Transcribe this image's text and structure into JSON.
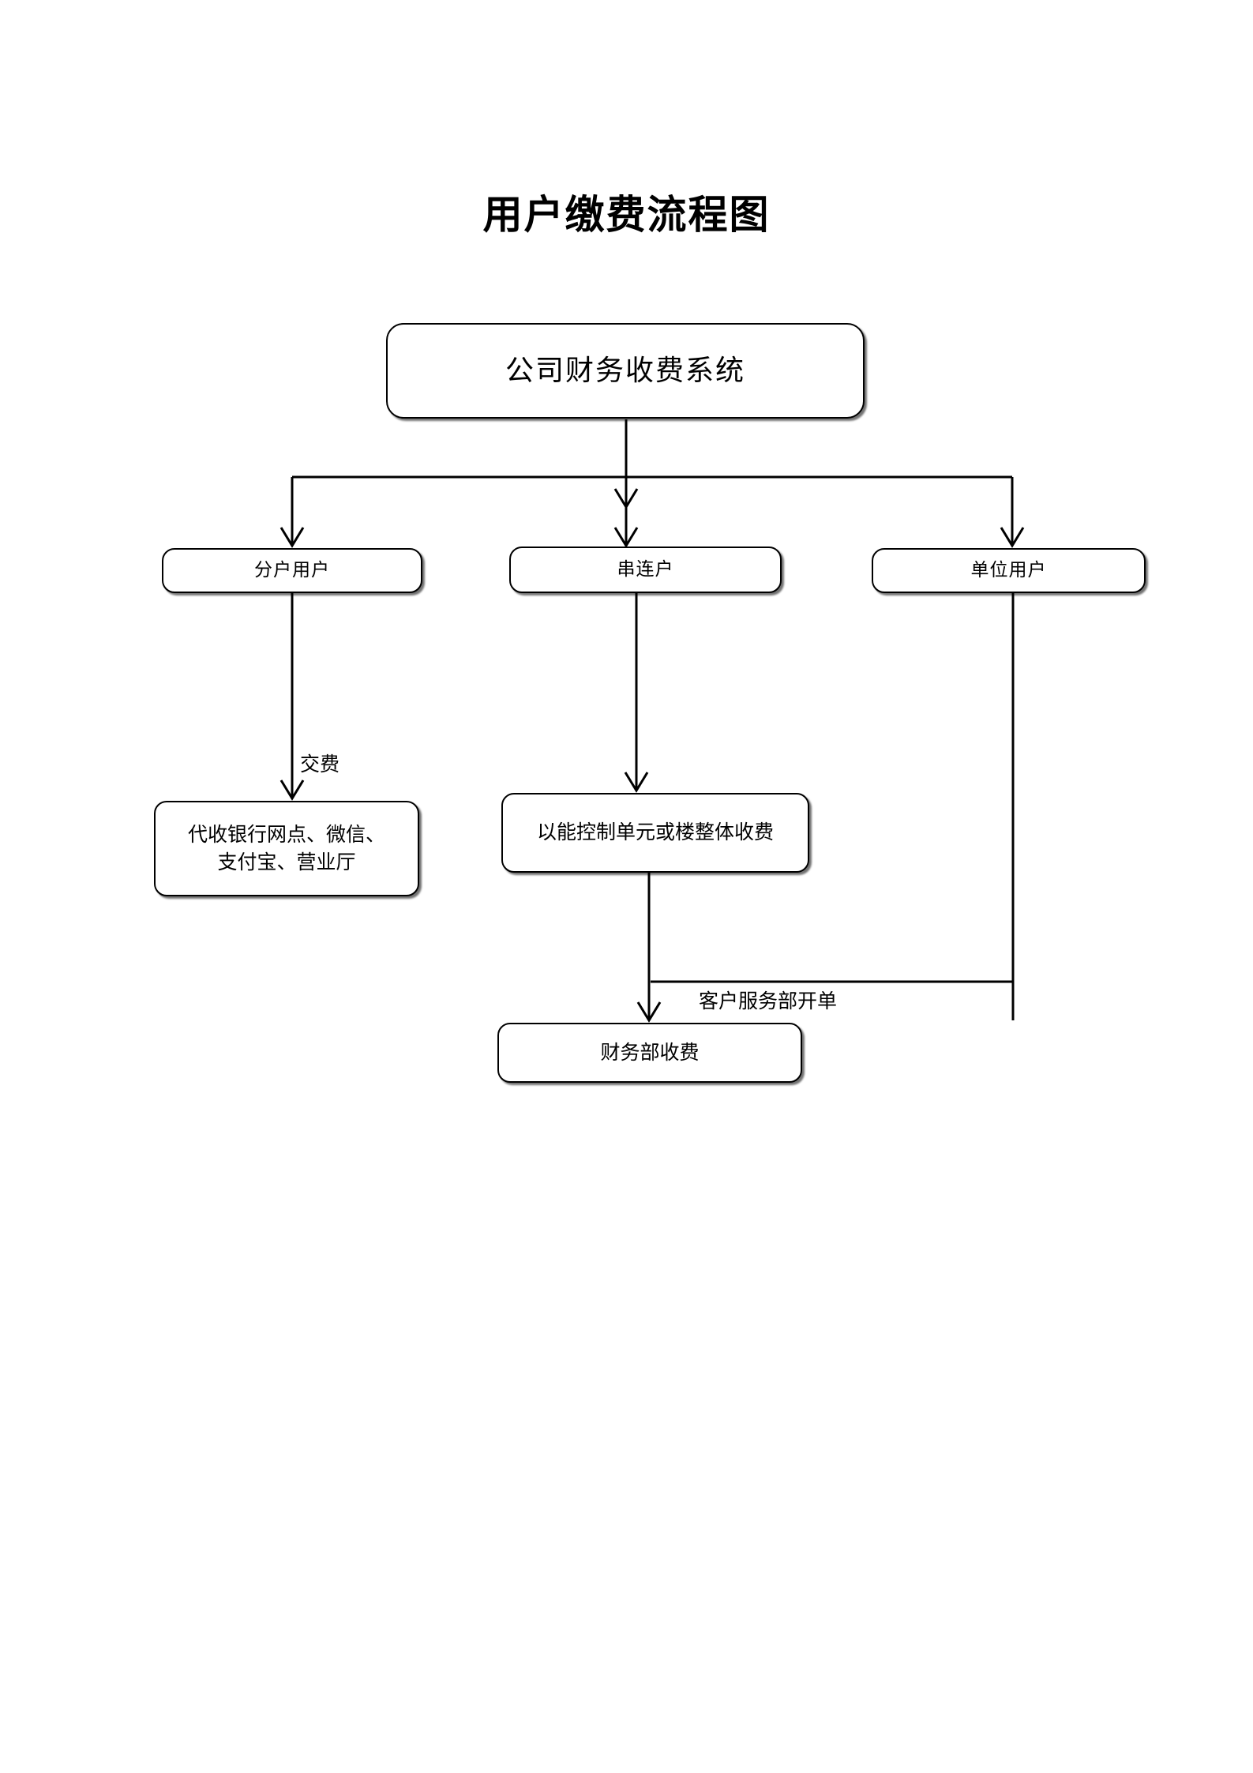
{
  "page": {
    "title": "用户缴费流程图",
    "background_color": "#ffffff",
    "line_color": "#000000",
    "text_color": "#000000"
  },
  "diagram_data": {
    "type": "flowchart",
    "orientation": "top-down",
    "nodes": [
      {
        "id": "root",
        "label": "公司财务收费系统",
        "shape": "rounded-rectangle"
      },
      {
        "id": "branch1",
        "label": "分户用户",
        "shape": "rounded-rectangle"
      },
      {
        "id": "branch2",
        "label": "串连户",
        "shape": "rounded-rectangle"
      },
      {
        "id": "branch3",
        "label": "单位用户",
        "shape": "rounded-rectangle"
      },
      {
        "id": "leaf1",
        "label": "代收银行网点、微信、\n支付宝、营业厅",
        "shape": "rounded-rectangle"
      },
      {
        "id": "leaf2",
        "label": "以能控制单元或楼整体收费",
        "shape": "rounded-rectangle"
      },
      {
        "id": "final",
        "label": "财务部收费",
        "shape": "rounded-rectangle"
      }
    ],
    "edges": [
      {
        "from": "root",
        "to": "branch1",
        "label": ""
      },
      {
        "from": "root",
        "to": "branch2",
        "label": ""
      },
      {
        "from": "root",
        "to": "branch3",
        "label": ""
      },
      {
        "from": "branch1",
        "to": "leaf1",
        "label": "交费"
      },
      {
        "from": "branch2",
        "to": "leaf2",
        "label": ""
      },
      {
        "from": "leaf2",
        "to": "final",
        "label": ""
      },
      {
        "from": "branch3",
        "to": "final",
        "label": "客户服务部开单"
      }
    ],
    "edge_labels": [
      {
        "id": "jiaofei",
        "text": "交费"
      },
      {
        "id": "kaidan",
        "text": "客户服务部开单"
      }
    ]
  }
}
